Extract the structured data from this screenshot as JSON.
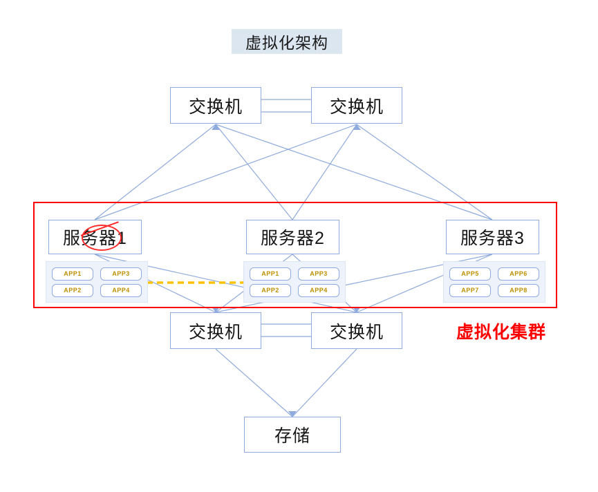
{
  "title": {
    "text": "虚拟化架构"
  },
  "cluster": {
    "label": "虚拟化集群",
    "frame_color": "#ff0000"
  },
  "colors": {
    "node_border": "#8faadc",
    "node_fill": "#ffffff",
    "wire": "#8faadc",
    "title_chip_bg": "#dce6f1",
    "app_panel_bg": "#eef3fb",
    "app_text": "#bf9000",
    "cluster_red": "#ff0000",
    "migration_arrow": "#ffc000",
    "page_bg": "#ffffff"
  },
  "switches": {
    "top_left": {
      "label": "交换机"
    },
    "top_right": {
      "label": "交换机"
    },
    "bottom_left": {
      "label": "交换机"
    },
    "bottom_right": {
      "label": "交换机"
    }
  },
  "servers": [
    {
      "id": "server-1",
      "label": "服务器1",
      "marked_failed": true,
      "apps": [
        "APP1",
        "APP3",
        "APP2",
        "APP4"
      ]
    },
    {
      "id": "server-2",
      "label": "服务器2",
      "marked_failed": false,
      "apps": [
        "APP1",
        "APP3",
        "APP2",
        "APP4"
      ]
    },
    {
      "id": "server-3",
      "label": "服务器3",
      "marked_failed": false,
      "apps": [
        "APP5",
        "APP6",
        "APP7",
        "APP8"
      ]
    }
  ],
  "storage": {
    "label": "存储"
  },
  "migration_arrow": {
    "description": "dashed orange arrow from server-1 apps to server-2 apps",
    "direction": "right"
  }
}
